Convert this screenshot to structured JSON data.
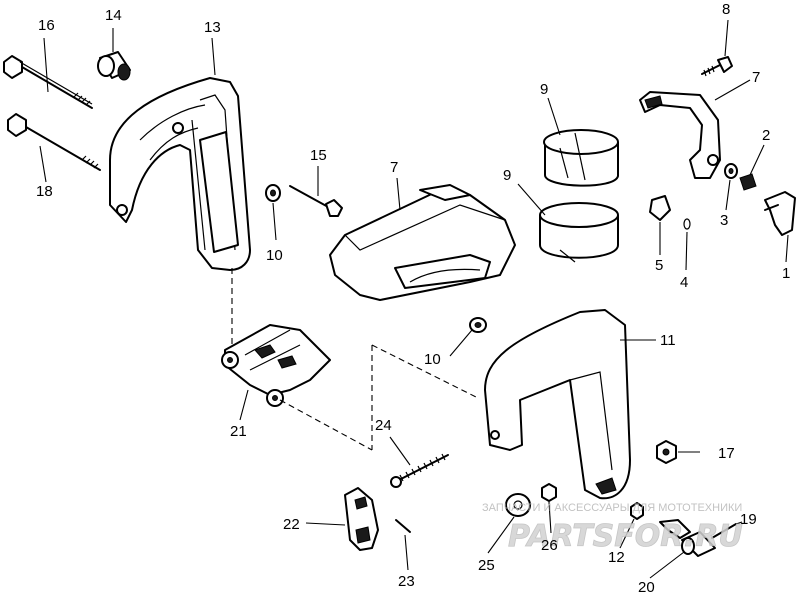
{
  "callouts": {
    "c1": "1",
    "c2": "2",
    "c3": "3",
    "c4": "4",
    "c5": "5",
    "c6": "7",
    "c7": "7",
    "c8": "8",
    "c9a": "9",
    "c9b": "9",
    "c10a": "10",
    "c10b": "10",
    "c11": "11",
    "c12": "12",
    "c13": "13",
    "c14": "14",
    "c15": "15",
    "c16": "16",
    "c17": "17",
    "c18": "18",
    "c19": "19",
    "c20": "20",
    "c21": "21",
    "c22": "22",
    "c23": "23",
    "c24": "24",
    "c25": "25",
    "c26": "26"
  },
  "watermark": {
    "tagline": "ЗАПЧАСТИ И АКСЕССУАРЫ ДЛЯ МОТОТЕХНИКИ",
    "logo": "PARTSFOR.RU"
  }
}
